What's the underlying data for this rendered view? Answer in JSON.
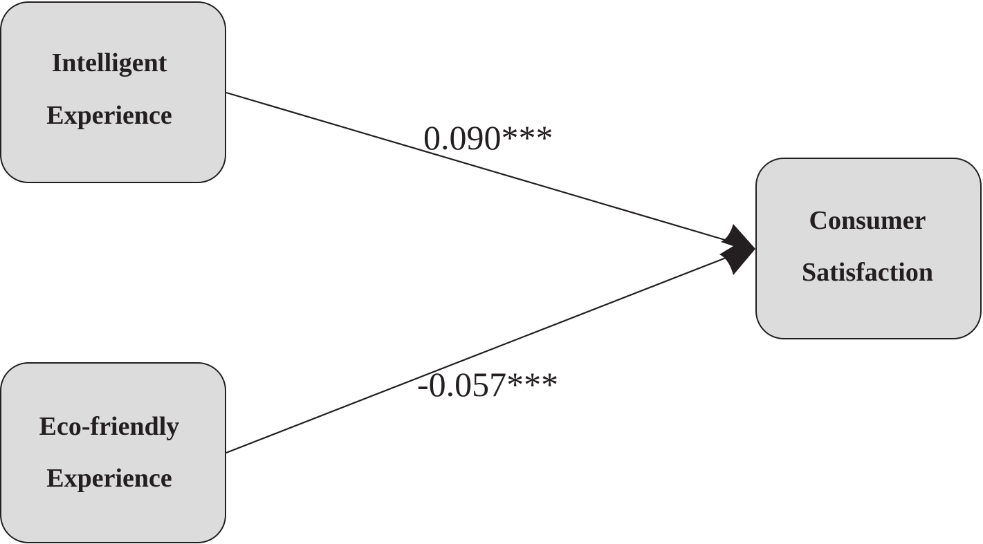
{
  "nodes": {
    "intelligent": {
      "line1": "Intelligent",
      "line2": "Experience"
    },
    "eco": {
      "line1": "Eco-friendly",
      "line2": "Experience"
    },
    "satisfaction": {
      "line1": "Consumer",
      "line2": "Satisfaction"
    }
  },
  "edges": {
    "intelligent_to_satisfaction": {
      "coefficient": "0.090***"
    },
    "eco_to_satisfaction": {
      "coefficient": "-0.057***"
    }
  },
  "colors": {
    "node_fill": "#dcdcdc",
    "ink": "#231f20"
  }
}
